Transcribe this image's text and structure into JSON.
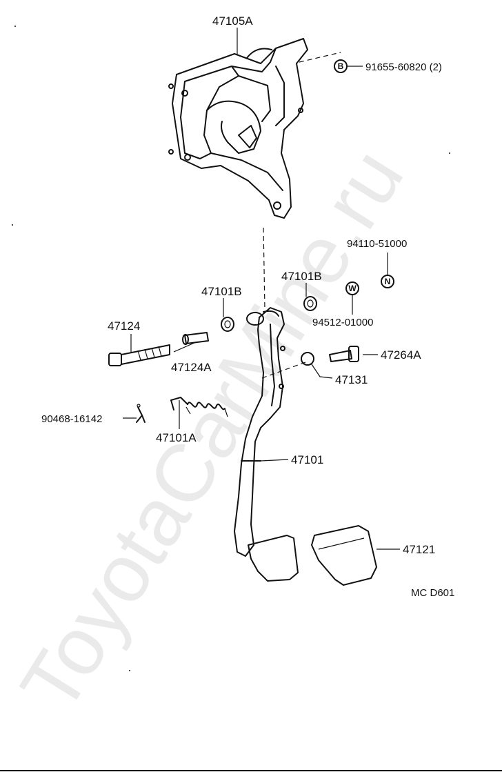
{
  "watermark": "ToyotaCarMine.ru",
  "diagram_code": "MC D601",
  "parts": {
    "bracket": "47105A",
    "bolt_b": "91655-60820 (2)",
    "bolt_b_symbol": "B",
    "nut_n": "94110-51000",
    "nut_n_symbol": "N",
    "bushing_top": "47101B",
    "bushing_left": "47101B",
    "washer_w": "94512-01000",
    "washer_w_symbol": "W",
    "pivot_bolt": "47124",
    "collar": "47124A",
    "stop_bolt": "47264A",
    "cushion": "47131",
    "clip": "90468-16142",
    "return_spring": "47101A",
    "pedal_arm": "47101",
    "pedal_pad": "47121"
  }
}
